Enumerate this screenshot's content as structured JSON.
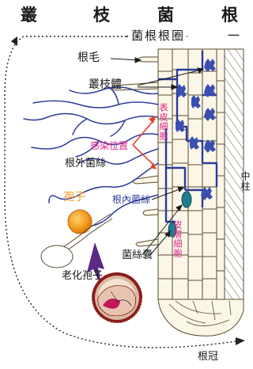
{
  "title": {
    "chars": [
      "叢",
      "枝",
      "菌",
      "根"
    ]
  },
  "labels": {
    "mycorrhiza_circle": "菌根根圈",
    "mycorrhiza_circle_suffix": "一",
    "root_hair": "根毛",
    "arbuscule": "叢枝體",
    "infection_site": "感染位置",
    "epidermis_cell": "表皮細胞",
    "extraradical_hyphae": "根外菌絲",
    "spore": "孢子",
    "intraradical_hyphae": "根內菌絲",
    "cortex_cell": "皮層細胞",
    "vesicle": "菌絲囊",
    "aged_spore": "老化孢子",
    "stele": "中柱",
    "root_cap": "根冠"
  },
  "colors": {
    "hypha_blue": "#2d3a9a",
    "arbuscule_fill": "#3b4fb0",
    "vesicle_teal": "#1e7d8c",
    "pink_label": "#e0208a",
    "infection_arrow": "#e8402a",
    "spore_orange": "#f39a1e",
    "aged_spore_purple": "#5a2a86",
    "cell_fill": "#fbf7e8"
  }
}
